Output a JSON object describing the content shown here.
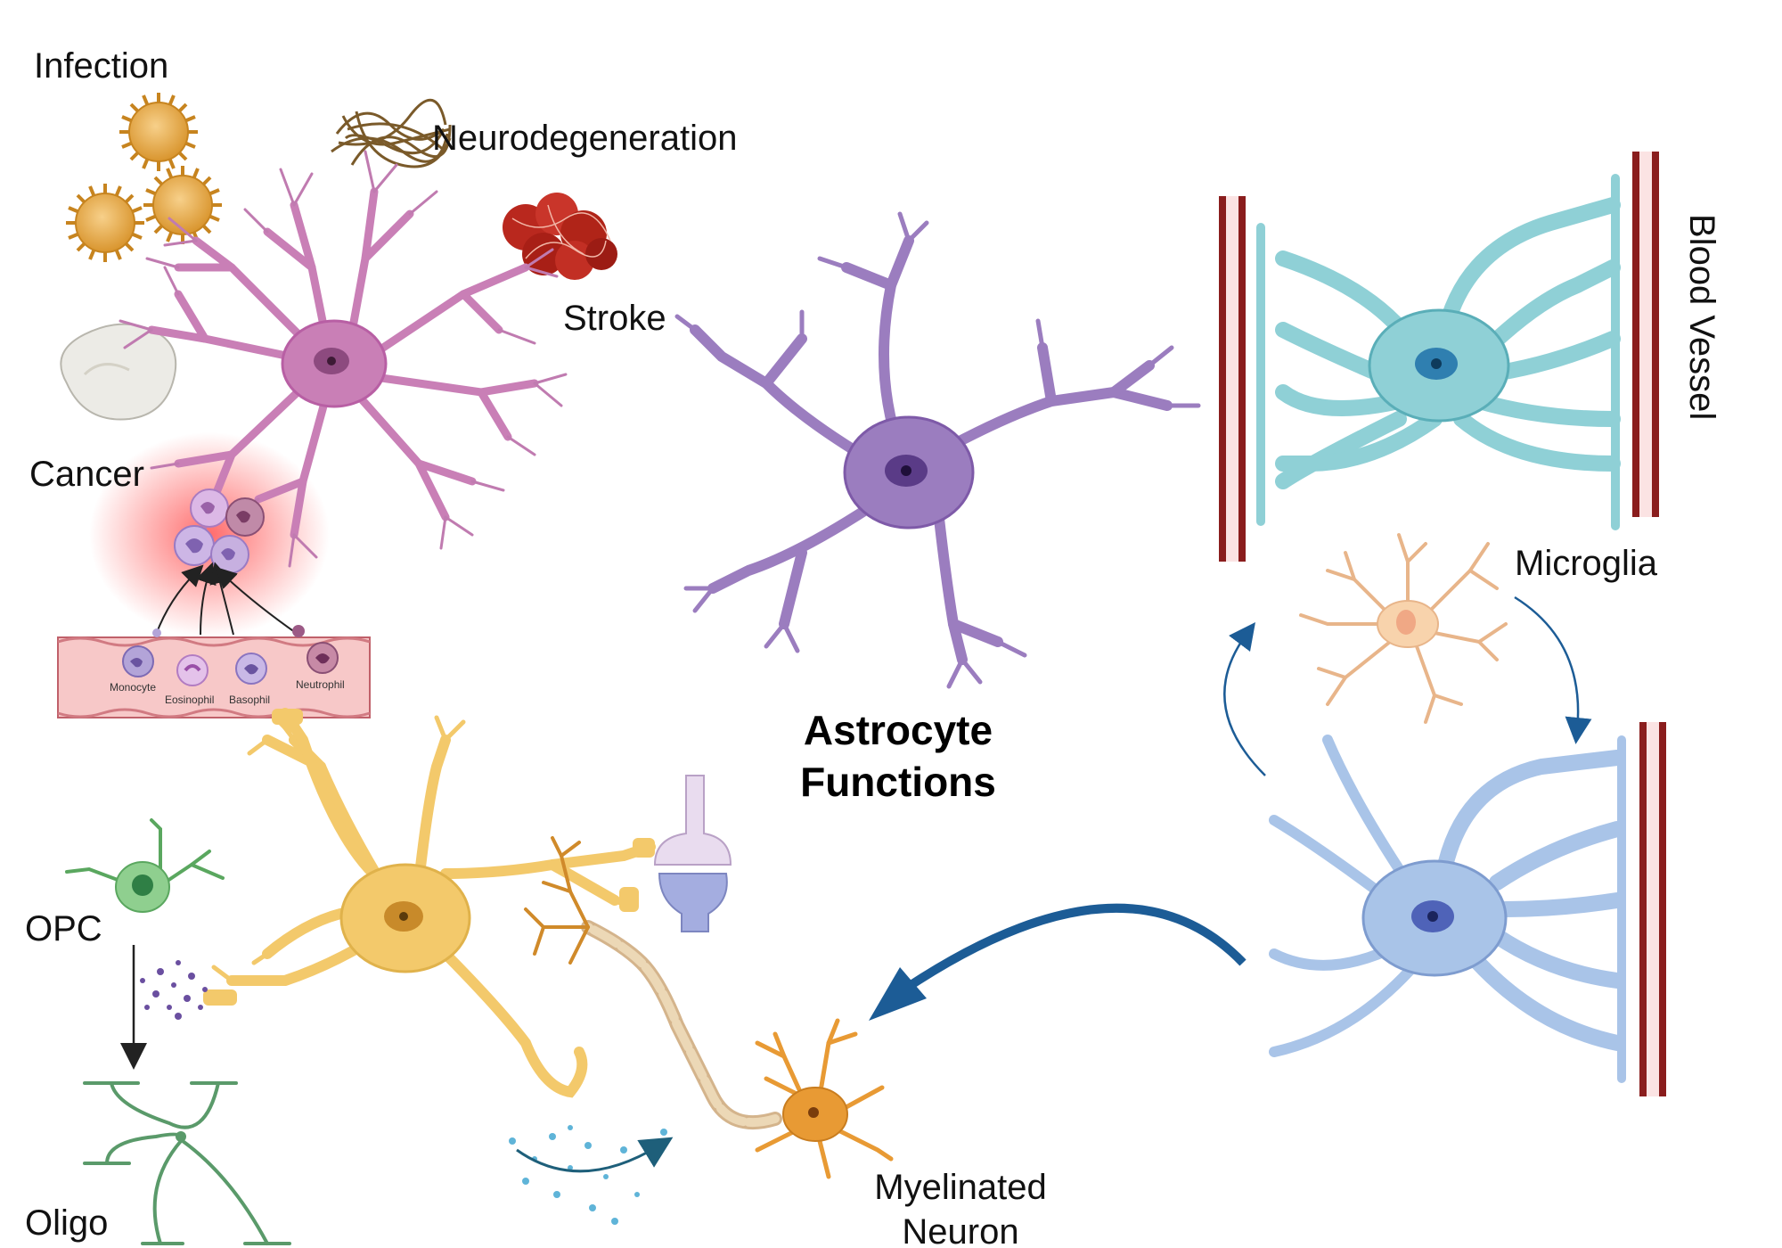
{
  "title": {
    "line1": "Astrocyte",
    "line2": "Functions"
  },
  "labels": {
    "infection": "Infection",
    "neurodegeneration": "Neurodegeneration",
    "stroke": "Stroke",
    "cancer": "Cancer",
    "blood_vessel": "Blood Vessel",
    "microglia": "Microglia",
    "opc": "OPC",
    "oligo": "Oligo",
    "myelinated_line1": "Myelinated",
    "myelinated_line2": "Neuron"
  },
  "immune_cells": [
    "Monocyte",
    "Eosinophil",
    "Basophil",
    "Neutrophil"
  ],
  "colors": {
    "pink_astrocyte": "#c97fb6",
    "purple_astrocyte": "#9b7dbf",
    "teal_astrocyte": "#8fd0d6",
    "blue_astrocyte": "#a9c4e8",
    "yellow_astrocyte": "#f3c96b",
    "microglia": "#f8d3ac",
    "orange_neuron": "#e89a34",
    "vessel_red": "#8a1d1d",
    "arrow_blue": "#1c5c96"
  }
}
